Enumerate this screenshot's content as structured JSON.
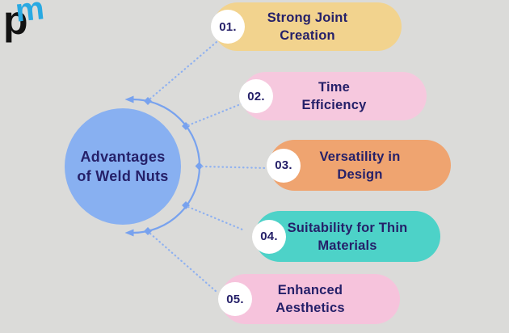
{
  "title": "Advantages of Weld Nuts infographic",
  "background_color": "#DBDBD9",
  "text_color": "#252069",
  "logo": {
    "black_letter": "p",
    "blue_letter": "m",
    "black_color": "#121212",
    "blue_color": "#29A9E2"
  },
  "center": {
    "line1": "Advantages",
    "line2": "of Weld Nuts",
    "fill_color": "#88B0F1"
  },
  "connector": {
    "arc_color": "#78A2EE",
    "dotted_color": "#8FB1F0"
  },
  "pills": [
    {
      "number": "01.",
      "line1": "Strong Joint",
      "line2": "Creation",
      "color": "#F2D38E"
    },
    {
      "number": "02.",
      "line1": "Time",
      "line2": "Efficiency",
      "color": "#F6C8DE"
    },
    {
      "number": "03.",
      "line1": "Versatility in",
      "line2": "Design",
      "color": "#EFA470"
    },
    {
      "number": "04.",
      "line1": "Suitability for Thin",
      "line2": "Materials",
      "color": "#4DD2C8"
    },
    {
      "number": "05.",
      "line1": "Enhanced",
      "line2": "Aesthetics",
      "color": "#F6C3DC"
    }
  ]
}
